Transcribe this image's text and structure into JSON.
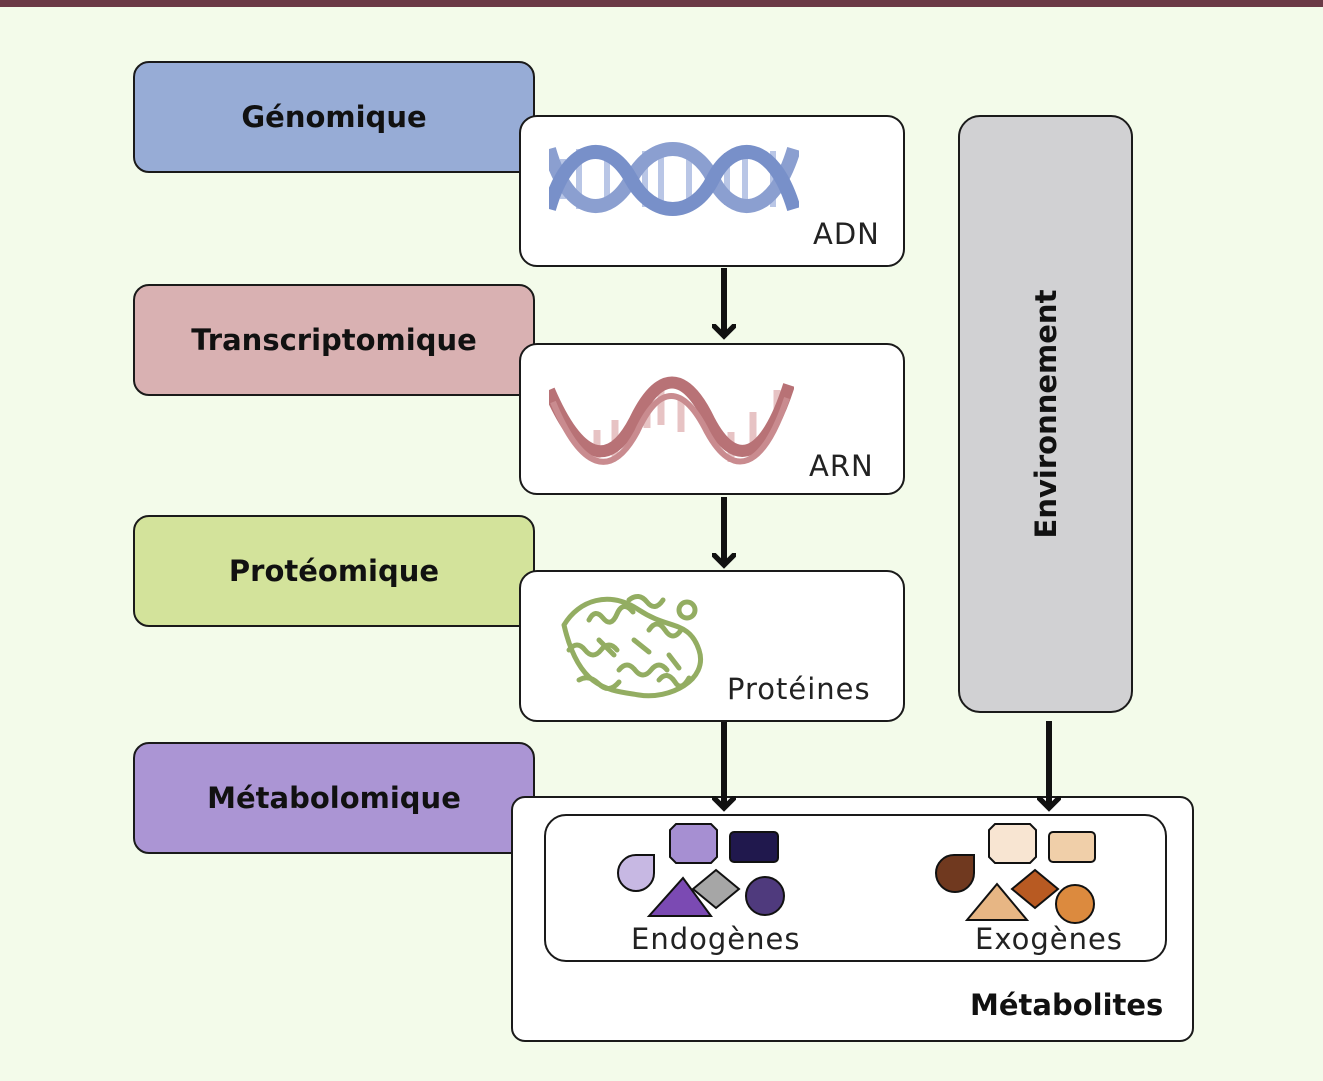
{
  "levels": {
    "genomique": {
      "label": "Génomique",
      "color": "#97acd6"
    },
    "transcriptomique": {
      "label": "Transcriptomique",
      "color": "#d9b1b2"
    },
    "proteomique": {
      "label": "Protéomique",
      "color": "#d3e39b"
    },
    "metabolomique": {
      "label": "Métabolomique",
      "color": "#ab95d4"
    }
  },
  "molecules": {
    "adn": {
      "caption": "ADN",
      "icon": "dna-double-helix"
    },
    "arn": {
      "caption": "ARN",
      "icon": "rna-strand"
    },
    "proteines": {
      "caption": "Protéines",
      "icon": "protein-ribbon-structure"
    }
  },
  "environment": {
    "label": "Environnement",
    "color": "#d1d1d3"
  },
  "metabolites": {
    "title": "Métabolites",
    "endogenous": {
      "caption": "Endogènes",
      "colors": [
        "#c7b8e3",
        "#a68fd2",
        "#20184d",
        "#7b4ab3",
        "#a6a6a6",
        "#4f3a7d"
      ]
    },
    "exogenous": {
      "caption": "Exogènes",
      "colors": [
        "#70391f",
        "#f8e5d2",
        "#f0cfa9",
        "#e7b684",
        "#b85a22",
        "#dc8a3e"
      ]
    }
  }
}
